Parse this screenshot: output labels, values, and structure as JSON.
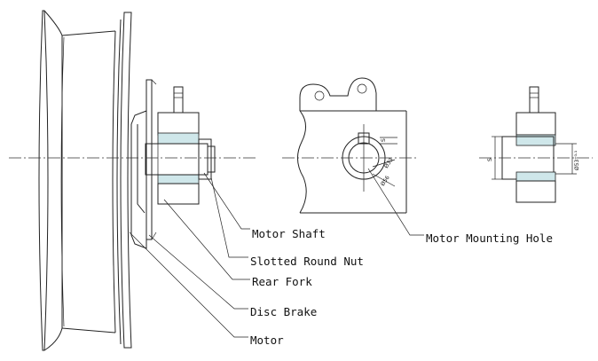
{
  "labels": {
    "motor_shaft": "Motor Shaft",
    "slotted_round_nut": "Slotted Round Nut",
    "rear_fork": "Rear Fork",
    "disc_brake": "Disc Brake",
    "motor": "Motor",
    "motor_mounting_hole": "Motor Mounting Hole"
  },
  "dimensions": {
    "s_mid": "S",
    "s_right": "S",
    "d1": "Ø33",
    "d2": "Ø56",
    "d3": "Ø53⁺⁰·¹"
  }
}
